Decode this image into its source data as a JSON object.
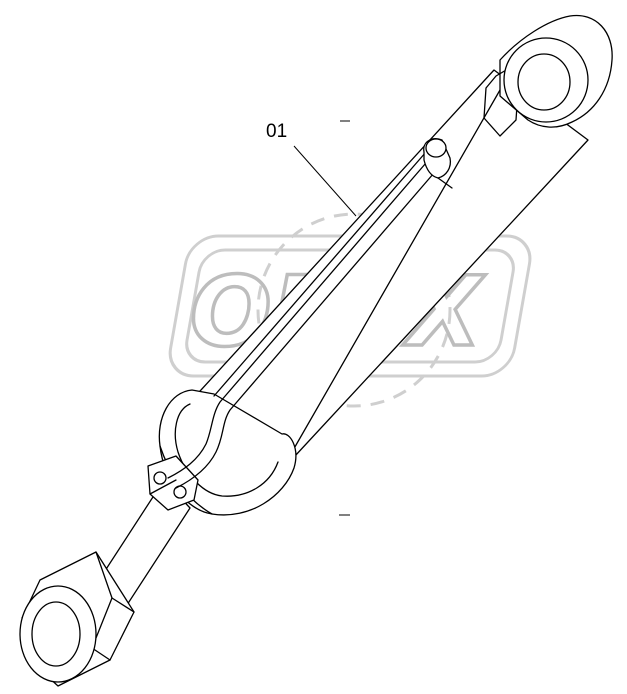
{
  "diagram": {
    "callouts": [
      {
        "id": "01",
        "label": "01"
      }
    ],
    "watermark": {
      "text": "OPEX"
    }
  }
}
